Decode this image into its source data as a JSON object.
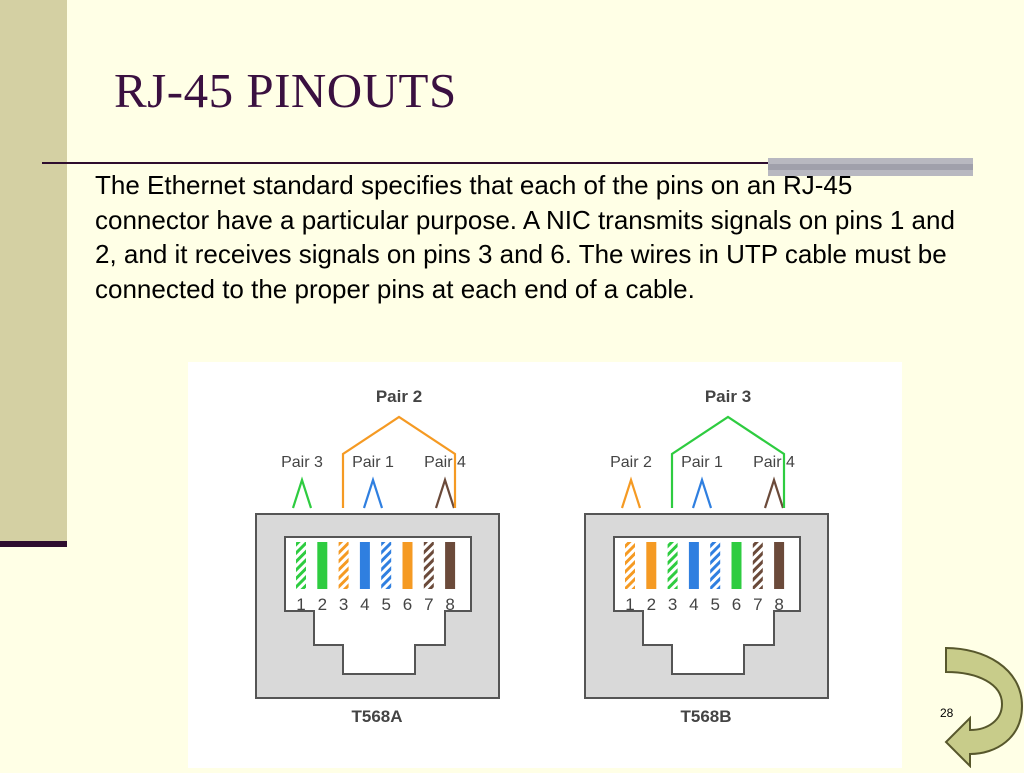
{
  "slide": {
    "title": "RJ-45 PINOUTS",
    "body": "The Ethernet standard specifies that each of the pins on an RJ-45 connector have a particular purpose.   A NIC transmits signals on pins 1 and 2, and it receives signals on pins 3 and 6. The wires in UTP cable must be connected to the proper pins at each end of a cable.",
    "page_number": "28"
  },
  "diagram": {
    "pin_labels": [
      "1",
      "2",
      "3",
      "4",
      "5",
      "6",
      "7",
      "8"
    ],
    "connectors": [
      {
        "standard": "T568A",
        "top_pair": "Pair 2",
        "left_pair": "Pair 3",
        "middle_pair": "Pair 1",
        "right_pair": "Pair 4",
        "top_color": "#f59a23",
        "left_color": "#2ecc40",
        "middle_color": "#2f7fe0",
        "right_color": "#6b4a3a",
        "wires": [
          {
            "pin": "1",
            "color": "#2ecc40",
            "striped": true
          },
          {
            "pin": "2",
            "color": "#2ecc40",
            "striped": false
          },
          {
            "pin": "3",
            "color": "#f59a23",
            "striped": true
          },
          {
            "pin": "4",
            "color": "#2f7fe0",
            "striped": false
          },
          {
            "pin": "5",
            "color": "#2f7fe0",
            "striped": true
          },
          {
            "pin": "6",
            "color": "#f59a23",
            "striped": false
          },
          {
            "pin": "7",
            "color": "#6b4a3a",
            "striped": true
          },
          {
            "pin": "8",
            "color": "#6b4a3a",
            "striped": false
          }
        ]
      },
      {
        "standard": "T568B",
        "top_pair": "Pair 3",
        "left_pair": "Pair 2",
        "middle_pair": "Pair 1",
        "right_pair": "Pair 4",
        "top_color": "#2ecc40",
        "left_color": "#f59a23",
        "middle_color": "#2f7fe0",
        "right_color": "#6b4a3a",
        "wires": [
          {
            "pin": "1",
            "color": "#f59a23",
            "striped": true
          },
          {
            "pin": "2",
            "color": "#f59a23",
            "striped": false
          },
          {
            "pin": "3",
            "color": "#2ecc40",
            "striped": true
          },
          {
            "pin": "4",
            "color": "#2f7fe0",
            "striped": false
          },
          {
            "pin": "5",
            "color": "#2f7fe0",
            "striped": true
          },
          {
            "pin": "6",
            "color": "#2ecc40",
            "striped": false
          },
          {
            "pin": "7",
            "color": "#6b4a3a",
            "striped": true
          },
          {
            "pin": "8",
            "color": "#6b4a3a",
            "striped": false
          }
        ]
      }
    ]
  },
  "colors": {
    "background": "#ffffe6",
    "sidebar": "#d4d0a3",
    "title": "#3a1040",
    "rule": "#2e0d2e",
    "nav_arrow": "#c8cc8a"
  },
  "nav": {
    "icon": "curved-return-arrow-icon"
  }
}
